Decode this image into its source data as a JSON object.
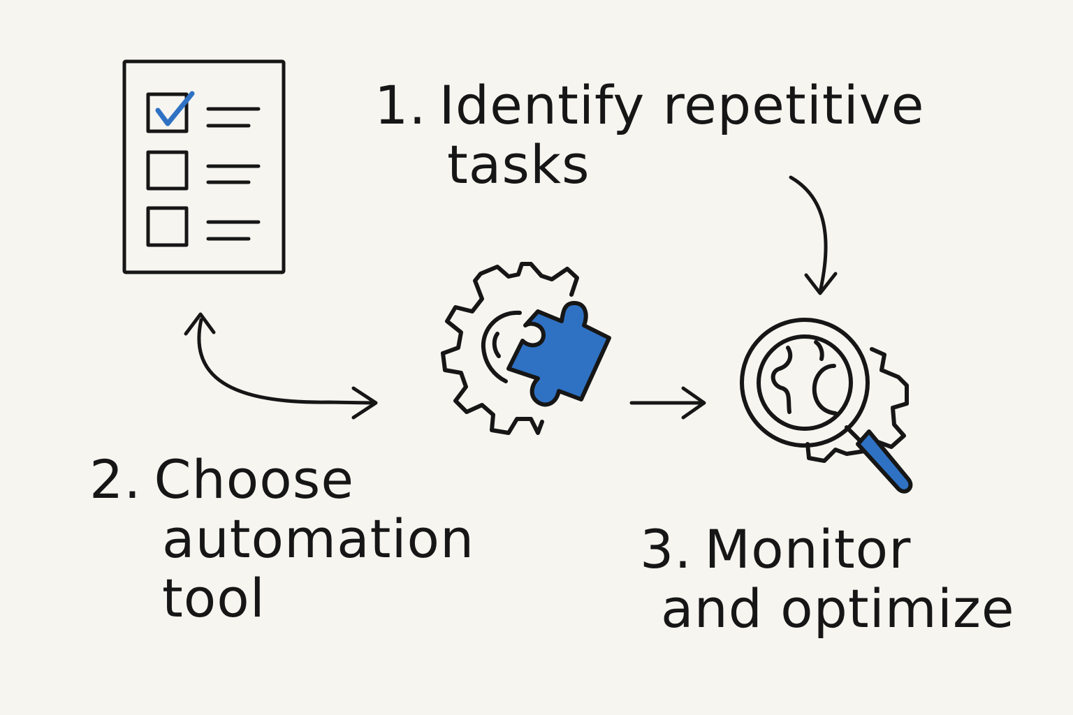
{
  "steps": [
    {
      "number": "1.",
      "line1": "Identify repetitive",
      "line2": "tasks"
    },
    {
      "number": "2.",
      "line1": "Choose",
      "line2": "automation",
      "line3": "tool"
    },
    {
      "number": "3.",
      "line1": "Monitor",
      "line2": "and optimize"
    }
  ],
  "icons": {
    "checklist": "checklist-icon",
    "gear_puzzle": "gear-puzzle-icon",
    "magnifier_gear": "magnifier-gear-icon"
  },
  "colors": {
    "ink": "#161616",
    "accent": "#2f72c4",
    "background": "#f6f5f0"
  }
}
